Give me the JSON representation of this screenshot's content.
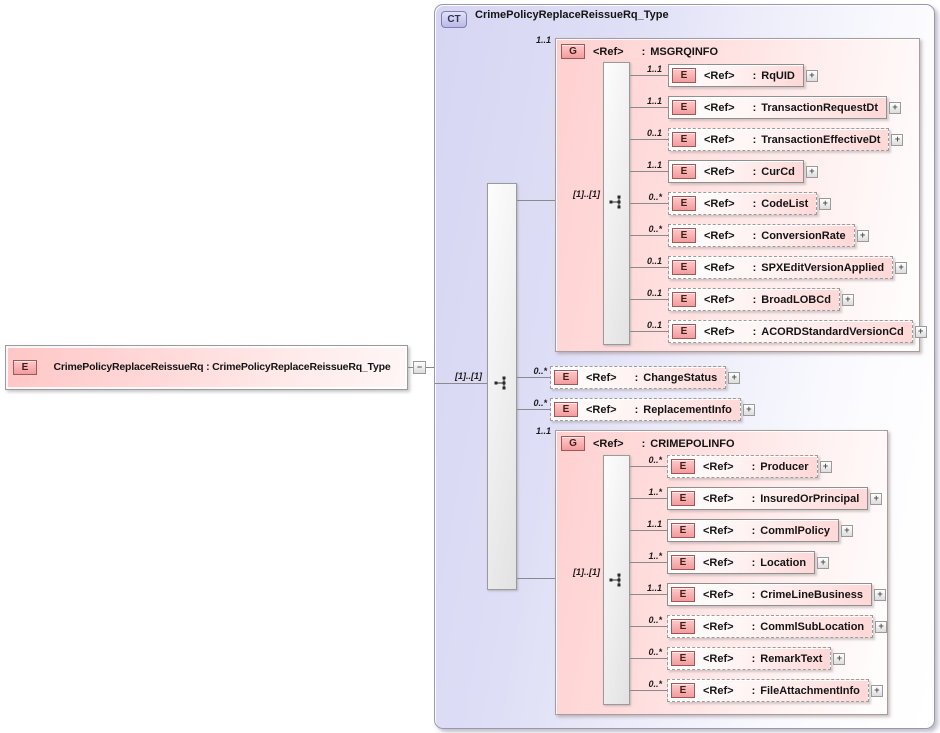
{
  "badges": {
    "element": "E",
    "group": "G",
    "complex_type": "CT"
  },
  "ref_label": "<Ref>",
  "handles": {
    "expand": "+",
    "collapse": "−"
  },
  "colors": {
    "container_fill": "#d6d6f3",
    "group_fill": "#ffd0d0",
    "element_fill": "#ffd7d7",
    "badge_fill": "#ffc9c9",
    "badge_border": "#a05858",
    "ct_badge_fill": "#c9c9ee",
    "line": "#8a8a8a"
  },
  "root_element": {
    "name": "CrimePolicyReplaceReissueRq",
    "type": "CrimePolicyReplaceReissueRq_Type",
    "label": "CrimePolicyReplaceReissueRq : CrimePolicyReplaceReissueRq_Type"
  },
  "complex_type": {
    "title": "CrimePolicyReplaceReissueRq_Type",
    "model_label": "[1]..[1]",
    "children": [
      {
        "kind": "group",
        "name": "MSGRQINFO",
        "cardinality": "1..1",
        "model_label": "[1]..[1]",
        "elements": [
          {
            "name": "RqUID",
            "cardinality": "1..1",
            "optional": false
          },
          {
            "name": "TransactionRequestDt",
            "cardinality": "1..1",
            "optional": false
          },
          {
            "name": "TransactionEffectiveDt",
            "cardinality": "0..1",
            "optional": true
          },
          {
            "name": "CurCd",
            "cardinality": "1..1",
            "optional": false
          },
          {
            "name": "CodeList",
            "cardinality": "0..*",
            "optional": true
          },
          {
            "name": "ConversionRate",
            "cardinality": "0..*",
            "optional": true
          },
          {
            "name": "SPXEditVersionApplied",
            "cardinality": "0..1",
            "optional": true
          },
          {
            "name": "BroadLOBCd",
            "cardinality": "0..1",
            "optional": true
          },
          {
            "name": "ACORDStandardVersionCd",
            "cardinality": "0..1",
            "optional": true
          }
        ]
      },
      {
        "kind": "element",
        "name": "ChangeStatus",
        "cardinality": "0..*",
        "optional": true
      },
      {
        "kind": "element",
        "name": "ReplacementInfo",
        "cardinality": "0..*",
        "optional": true
      },
      {
        "kind": "group",
        "name": "CRIMEPOLINFO",
        "cardinality": "1..1",
        "model_label": "[1]..[1]",
        "elements": [
          {
            "name": "Producer",
            "cardinality": "0..*",
            "optional": true
          },
          {
            "name": "InsuredOrPrincipal",
            "cardinality": "1..*",
            "optional": false
          },
          {
            "name": "CommlPolicy",
            "cardinality": "1..1",
            "optional": false
          },
          {
            "name": "Location",
            "cardinality": "1..*",
            "optional": false
          },
          {
            "name": "CrimeLineBusiness",
            "cardinality": "1..1",
            "optional": false
          },
          {
            "name": "CommlSubLocation",
            "cardinality": "0..*",
            "optional": true
          },
          {
            "name": "RemarkText",
            "cardinality": "0..*",
            "optional": true
          },
          {
            "name": "FileAttachmentInfo",
            "cardinality": "0..*",
            "optional": true
          }
        ]
      }
    ]
  }
}
